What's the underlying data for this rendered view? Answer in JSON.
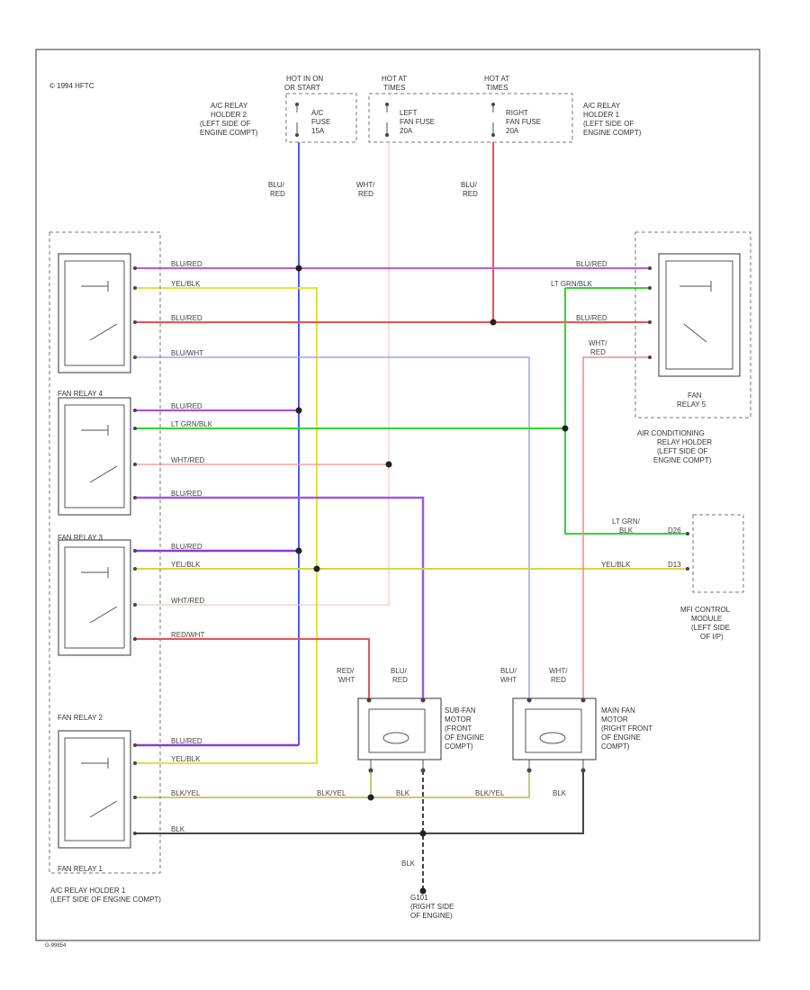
{
  "copyright": "© 1994 HFTC",
  "figure_code": "G-99854",
  "top_fuses": {
    "hot_label_1": [
      "HOT IN ON",
      "OR START"
    ],
    "hot_label_2": [
      "HOT AT",
      "TIMES"
    ],
    "hot_label_3": [
      "HOT AT",
      "TIMES"
    ],
    "fuse_1": [
      "A/C",
      "FUSE",
      "15A"
    ],
    "fuse_2": [
      "LEFT",
      "FAN FUSE",
      "20A"
    ],
    "fuse_3": [
      "RIGHT",
      "FAN FUSE",
      "20A"
    ],
    "holder_left": [
      "A/C RELAY",
      "HOLDER 2",
      "(LEFT SIDE OF",
      "ENGINE COMPT)"
    ],
    "holder_right": [
      "A/C RELAY",
      "HOLDER 1",
      "(LEFT SIDE OF",
      "ENGINE COMPT)"
    ]
  },
  "vertical_wire_labels": {
    "blu_red": [
      "BLU/",
      "RED"
    ],
    "wht_red": [
      "WHT/",
      "RED"
    ],
    "blu_red_2": [
      "BLU/",
      "RED"
    ]
  },
  "relays": {
    "fan_relay_4": "FAN RELAY 4",
    "fan_relay_3": "FAN RELAY 3",
    "fan_relay_2": "FAN RELAY 2",
    "fan_relay_1": "FAN RELAY 1",
    "fan_relay_5": [
      "FAN",
      "RELAY 5"
    ]
  },
  "wires": {
    "r1_w1": "BLU/RED",
    "r1_w2": "YEL/BLK",
    "r1_w3": "BLU/RED",
    "r1_w4": "BLU/WHT",
    "r2_w1": "BLU/RED",
    "r2_w2": "LT GRN/BLK",
    "r2_w3": "WHT/RED",
    "r2_w4": "BLU/RED",
    "r3_w1": "BLU/RED",
    "r3_w2": "YEL/BLK",
    "r3_w3": "WHT/RED",
    "r3_w4": "RED/WHT",
    "r4_w1": "BLU/RED",
    "r4_w2": "YEL/BLK",
    "r4_w3": "BLK/YEL",
    "r4_w4": "BLK",
    "r5_w1": "BLU/RED",
    "r5_w2": "LT GRN/BLK",
    "r5_w3": "BLU/RED",
    "r5_w4": [
      "WHT/",
      "RED"
    ],
    "ecm_w1": [
      "LT GRN/",
      "BLK"
    ],
    "ecm_w2": "YEL/BLK",
    "ecm_pin1": "D26",
    "ecm_pin2": "D13",
    "motor_sub_top1": [
      "RED/",
      "WHT"
    ],
    "motor_sub_top2": [
      "BLU/",
      "RED"
    ],
    "motor_main_top1": [
      "BLU/",
      "WHT"
    ],
    "motor_main_top2": [
      "WHT/",
      "RED"
    ],
    "bottom_blkyel_1": "BLK/YEL",
    "bottom_blk_1": "BLK",
    "bottom_blkyel_2": "BLK/YEL",
    "bottom_blk_2": "BLK",
    "ground_wire": "BLK"
  },
  "components": {
    "ac_relay_holder_right": [
      "AIR CONDITIONING",
      "RELAY HOLDER",
      "(LEFT SIDE OF",
      "ENGINE COMPT)"
    ],
    "mfi_module": [
      "MFI CONTROL",
      "MODULE",
      "(LEFT SIDE",
      "OF I/P)"
    ],
    "sub_fan_motor": [
      "SUB-FAN",
      "MOTOR",
      "(FRONT",
      "OF ENGINE",
      "COMPT)"
    ],
    "main_fan_motor": [
      "MAIN FAN",
      "MOTOR",
      "(RIGHT FRONT",
      "OF ENGINE",
      "COMPT)"
    ],
    "ac_relay_holder_1": [
      "A/C RELAY HOLDER 1",
      "(LEFT SIDE OF ENGINE COMPT)"
    ],
    "ground": [
      "G101",
      "(RIGHT SIDE",
      "OF ENGINE)"
    ]
  },
  "colors": {
    "blu_red": "#b04ad8",
    "blue": "#4a5cf0",
    "yellow": "#e6e33a",
    "red": "#f05050",
    "green": "#33d633",
    "light_blue": "#8f9af5",
    "pink": "#f08a8a",
    "black": "#333333",
    "olive": "#c8c87a"
  }
}
